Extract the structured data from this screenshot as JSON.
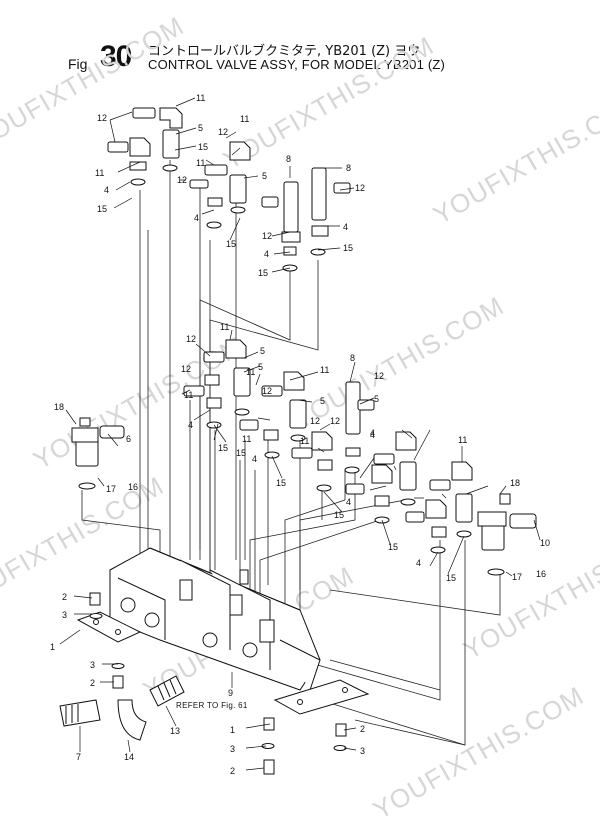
{
  "figure": {
    "prefix": "Fig.",
    "number": "30",
    "title_jp": "コントロールバルブクミタテ, YB201 (Z) ヨウ",
    "title_en": "CONTROL VALVE ASSY, FOR MODEL YB201 (Z)"
  },
  "watermark": "YOUFIXTHIS.COM",
  "reference_note": "REFER TO Fig. 61",
  "callouts": {
    "c1": "12",
    "c2": "11",
    "c3": "11",
    "c4": "5",
    "c5": "15",
    "c6": "12",
    "c7": "11",
    "c8": "11",
    "c9": "4",
    "c10": "15",
    "c11": "12",
    "c12": "5",
    "c13": "4",
    "c14": "15",
    "c15": "8",
    "c16": "8",
    "c17": "12",
    "c18": "12",
    "c19": "4",
    "c20": "4",
    "c21": "15",
    "c22": "15",
    "c23": "11",
    "c24": "12",
    "c25": "5",
    "c26": "12",
    "c27": "11",
    "c28": "4",
    "c29": "15",
    "c30": "11",
    "c31": "5",
    "c32": "4",
    "c33": "15",
    "c34": "8",
    "c35": "12",
    "c36": "11",
    "c37": "5",
    "c38": "12",
    "c39": "12",
    "c40": "5",
    "c41": "11",
    "c42": "15",
    "c43": "12",
    "c44": "4",
    "c45": "11",
    "c46": "15",
    "c47": "15",
    "c48": "18",
    "c49": "6",
    "c50": "17",
    "c51": "16",
    "c52": "18",
    "c53": "10",
    "c54": "17",
    "c55": "16",
    "c56": "2",
    "c57": "3",
    "c58": "1",
    "c59": "3",
    "c60": "2",
    "c61": "7",
    "c62": "14",
    "c63": "13",
    "c64": "9",
    "c65": "1",
    "c66": "2",
    "c67": "3",
    "c68": "3",
    "c69": "2",
    "c70": "4",
    "c71": "4",
    "c72": "11",
    "c73": "4",
    "c74": "15"
  }
}
